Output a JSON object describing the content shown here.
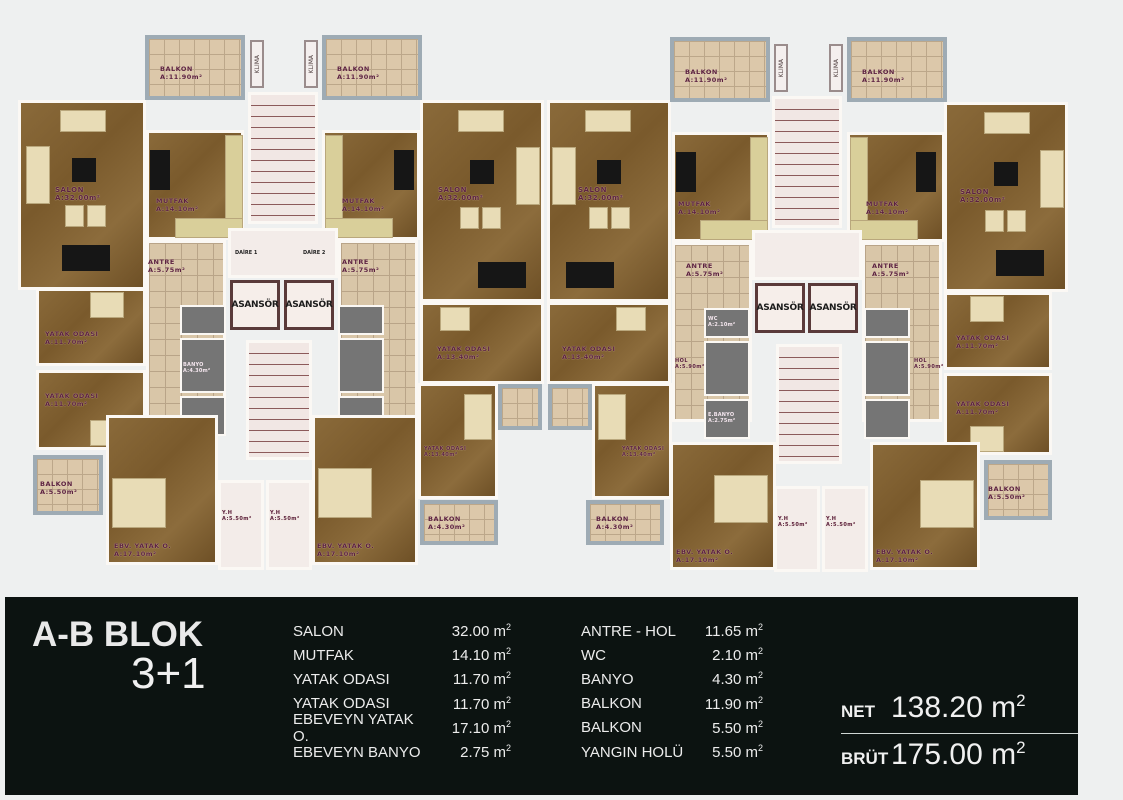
{
  "plan": {
    "rooms": {
      "balkon_top": "BALKON\nA:11.90m²",
      "salon_side": "SALON\nA:32.00m²",
      "mutfak": "MUTFAK\nA:14.10m²",
      "antre": "ANTRE\nA:5.75m²",
      "yatak_small": "YATAK ODASI\nA:11.70m²",
      "yatak_center": "YATAK ODASI\nA:13.40m²",
      "balkon_side": "BALKON\nA:5.50m²",
      "balkon_small": "BALKON\nA:4.30m²",
      "ebv": "EBV. YATAK O.\nA:17.10m²",
      "yh": "Y.H\nA:5.50m²",
      "wc": "WC\nA:2.10m²",
      "banyo": "BANYO\nA:4.30m²",
      "ebanyo": "E.BANYO\nA:2.75m²",
      "hol": "HOL\nA:5.90m²"
    },
    "klima": "KLİMA",
    "asansor": "ASANSÖR",
    "daire1": "DAİRE 1",
    "daire2": "DAİRE 2"
  },
  "panel": {
    "block_title": "A-B BLOK",
    "unit_type": "3+1",
    "unit": "m",
    "unit_sup": "2",
    "left_list": [
      {
        "name": "SALON",
        "value": "32.00"
      },
      {
        "name": "MUTFAK",
        "value": "14.10"
      },
      {
        "name": "YATAK ODASI",
        "value": "11.70"
      },
      {
        "name": "YATAK ODASI",
        "value": "11.70"
      },
      {
        "name": "EBEVEYN YATAK O.",
        "value": "17.10"
      },
      {
        "name": "EBEVEYN BANYO",
        "value": "2.75"
      }
    ],
    "right_list": [
      {
        "name": "ANTRE - HOL",
        "value": "11.65"
      },
      {
        "name": "WC",
        "value": "2.10"
      },
      {
        "name": "BANYO",
        "value": "4.30"
      },
      {
        "name": "BALKON",
        "value": "11.90"
      },
      {
        "name": "BALKON",
        "value": "5.50"
      },
      {
        "name": "YANGIN HOLÜ",
        "value": "5.50"
      }
    ],
    "net_label": "NET",
    "net_value": "138.20",
    "brut_label": "BRÜT",
    "brut_value": "175.00"
  }
}
